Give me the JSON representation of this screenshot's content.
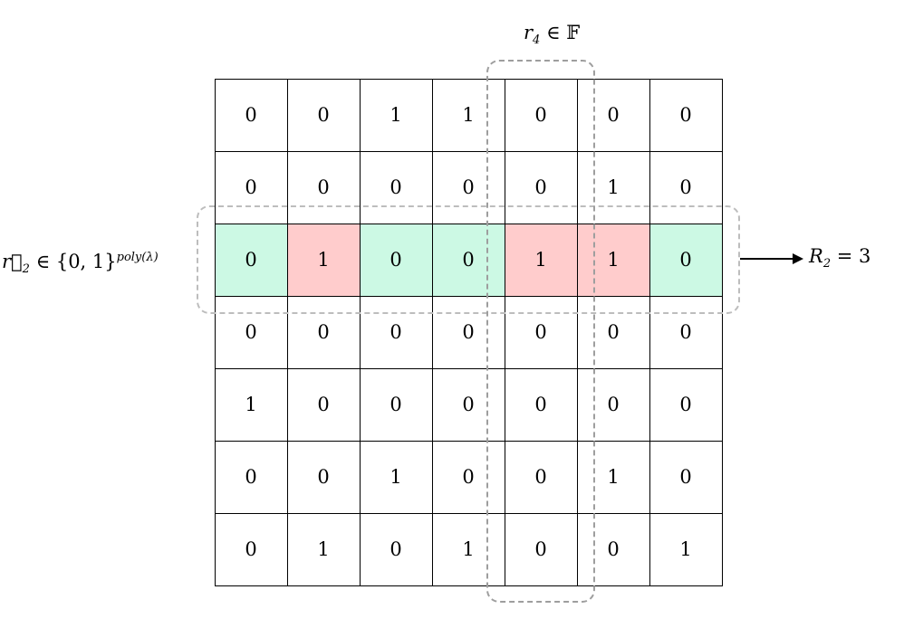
{
  "matrix": [
    [
      "0",
      "0",
      "1",
      "1",
      "0",
      "0",
      "0"
    ],
    [
      "0",
      "0",
      "0",
      "0",
      "0",
      "1",
      "0"
    ],
    [
      "0",
      "1",
      "0",
      "0",
      "1",
      "1",
      "0"
    ],
    [
      "0",
      "0",
      "0",
      "0",
      "0",
      "0",
      "0"
    ],
    [
      "1",
      "0",
      "0",
      "0",
      "0",
      "0",
      "0"
    ],
    [
      "0",
      "0",
      "1",
      "0",
      "0",
      "1",
      "0"
    ],
    [
      "0",
      "1",
      "0",
      "1",
      "0",
      "0",
      "1"
    ]
  ],
  "highlight_row_index": 2,
  "highlight_column_index": 4,
  "highlight_colors": {
    "zero": "#ccf9e4",
    "one": "#ffcccc",
    "border_row": "#bdbdbd",
    "border_col": "#9e9e9e"
  },
  "labels": {
    "column_var": "r",
    "column_sub": "4",
    "column_rel": " ∈ ",
    "column_set": "𝔽",
    "row_var": "r⃗",
    "row_sub": "2",
    "row_rel": " ∈ ",
    "row_set": "{0, 1}",
    "row_sup": "poly(λ)",
    "result_var": "R",
    "result_sub": "2",
    "result_eq": " = ",
    "result_val": "3"
  }
}
